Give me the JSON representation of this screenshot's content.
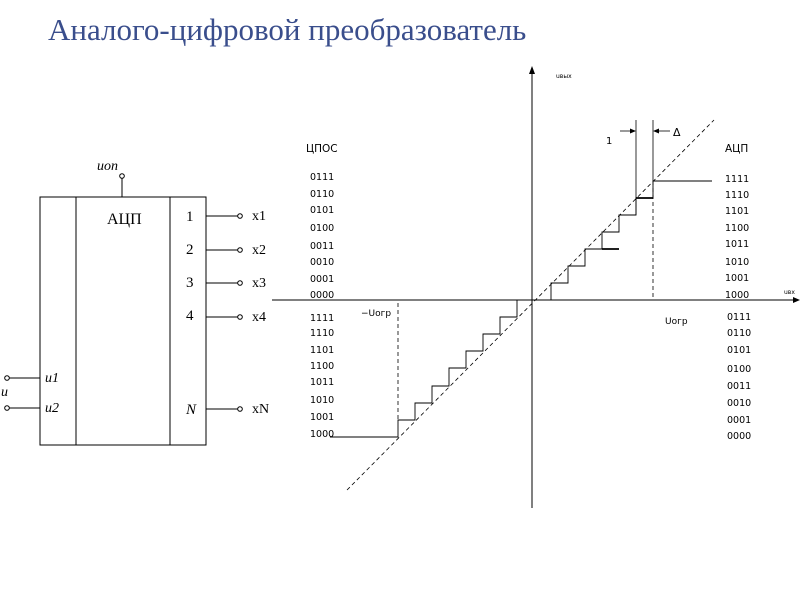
{
  "title": "Аналого-цифровой преобразователь",
  "block": {
    "name": "АЦП",
    "ref_label": "uоп",
    "input_label": "u",
    "input_pins": [
      "u1",
      "u2"
    ],
    "output_numbers": [
      "1",
      "2",
      "3",
      "4",
      "N"
    ],
    "output_labels": [
      "x1",
      "x2",
      "x3",
      "x4",
      "xN"
    ]
  },
  "graph": {
    "y_axis_label": "uвых",
    "x_axis_label": "uвх",
    "left_column_title": "ЦПОС",
    "right_column_title": "АЦП",
    "step_width_label": "1",
    "delta_label": "Δ",
    "pos_limit_label": "Uогр",
    "neg_limit_label": "−Uогр",
    "left_upper_codes": [
      "0111",
      "0110",
      "0101",
      "0100",
      "0011",
      "0010",
      "0001",
      "0000"
    ],
    "left_lower_codes": [
      "1111",
      "1110",
      "1101",
      "1100",
      "1011",
      "1010",
      "1001",
      "1000"
    ],
    "right_upper_codes": [
      "1111",
      "1110",
      "1101",
      "1100",
      "1011",
      "1010",
      "1001",
      "1000"
    ],
    "right_lower_codes": [
      "0111",
      "0110",
      "0101",
      "0100",
      "0011",
      "0010",
      "0001",
      "0000"
    ]
  }
}
